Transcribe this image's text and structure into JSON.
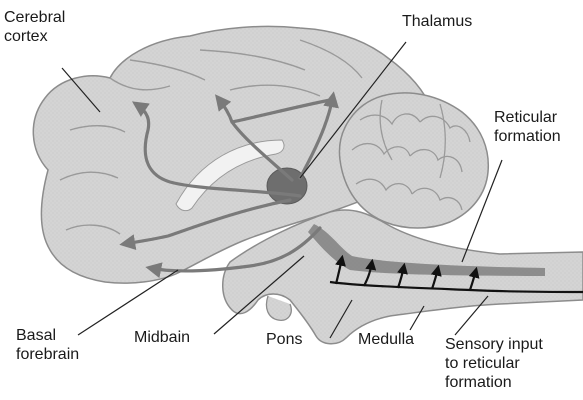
{
  "diagram": {
    "labels": {
      "cerebral_cortex": [
        "Cerebral",
        "cortex"
      ],
      "thalamus": [
        "Thalamus"
      ],
      "reticular_formation": [
        "Reticular",
        "formation"
      ],
      "basal_forebrain": [
        "Basal",
        "forebrain"
      ],
      "midbrain": [
        "Midbain"
      ],
      "pons": [
        "Pons"
      ],
      "medulla": [
        "Medulla"
      ],
      "sensory_input": [
        "Sensory input",
        "to reticular",
        "formation"
      ]
    },
    "colors": {
      "brain_fill": "#d4d4d4",
      "outline": "#8c8c8c",
      "pathway": "#7a7a7a",
      "thalamus": "#6e6e6e",
      "reticular_band": "#808080",
      "input_line": "#111111",
      "leader_line": "#222222",
      "white_matter": "#f2f2f2"
    }
  }
}
